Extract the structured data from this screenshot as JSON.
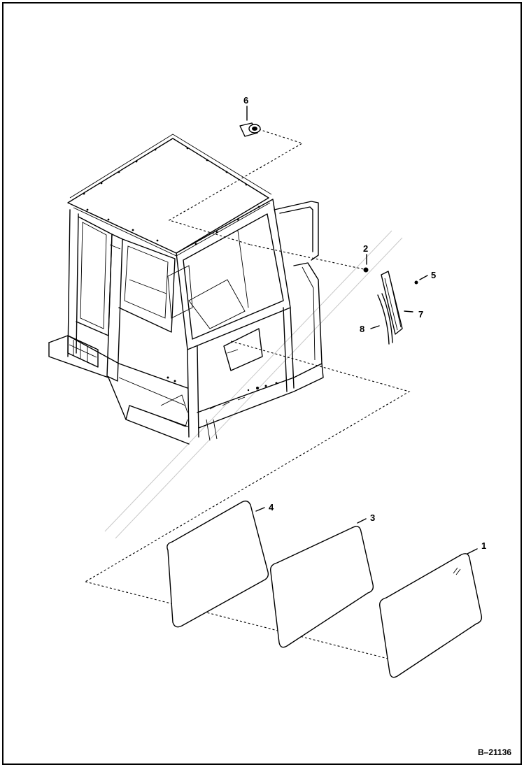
{
  "diagram": {
    "reference_code": "B–21136",
    "callouts": [
      "1",
      "2",
      "3",
      "4",
      "5",
      "6",
      "7",
      "8"
    ]
  }
}
